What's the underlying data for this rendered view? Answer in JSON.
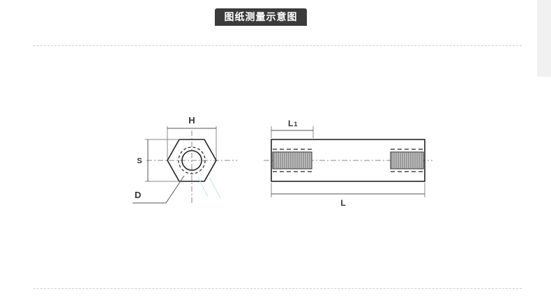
{
  "title": "图纸测量示意图",
  "labels": {
    "H": "H",
    "S": "S",
    "D": "D",
    "L1_main": "L",
    "L1_sub": "1",
    "L": "L"
  },
  "colors": {
    "badge_bg": "#3b3b3b",
    "line": "#555555",
    "outline": "#222222",
    "thread": "#9a9a9a",
    "divider": "#cfcfcf"
  }
}
